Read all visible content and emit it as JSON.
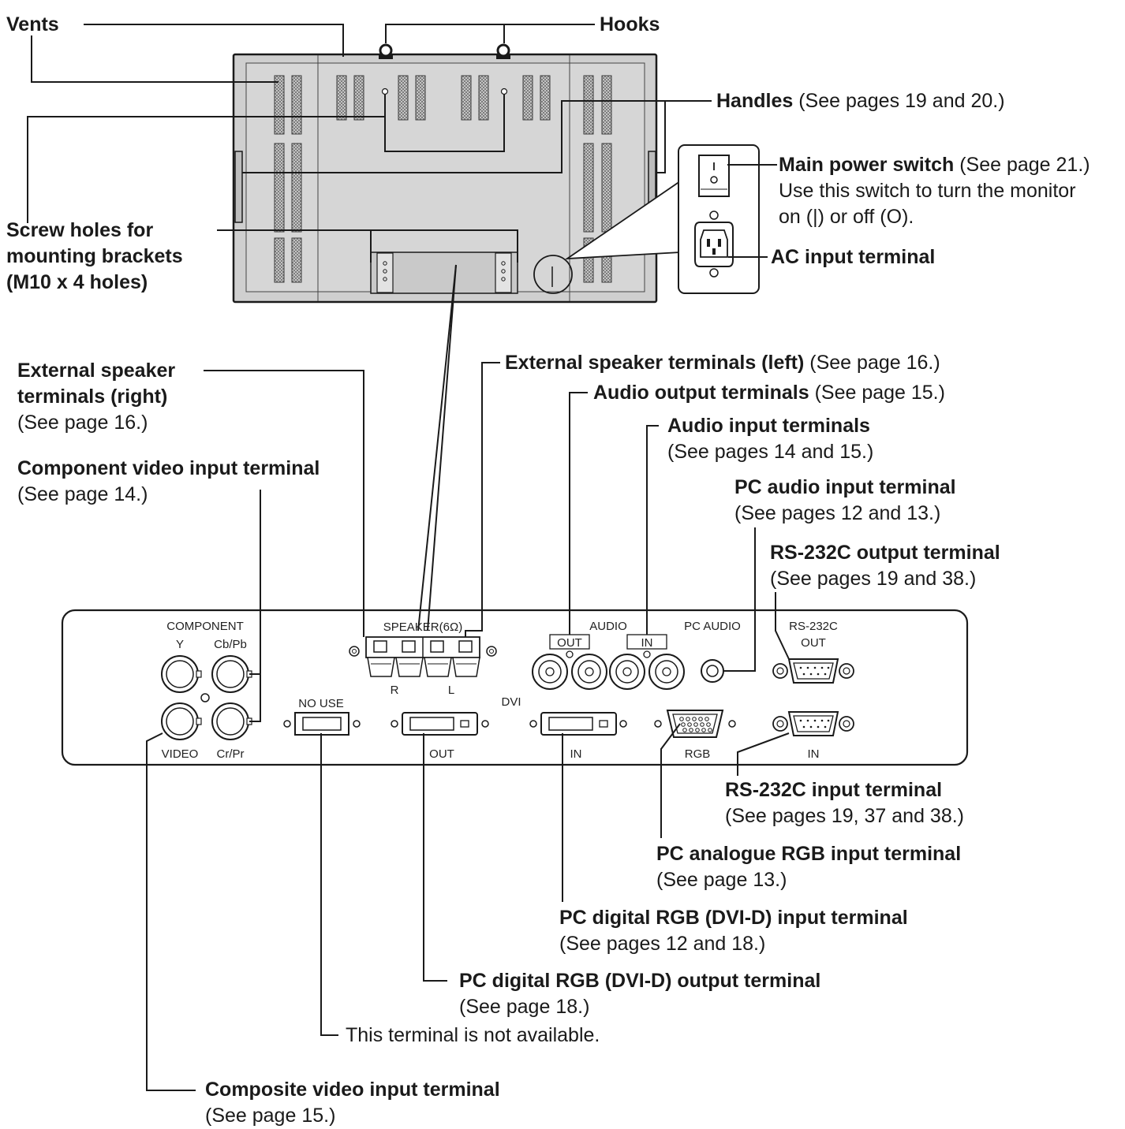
{
  "callouts": {
    "vents": {
      "title": "Vents"
    },
    "hooks": {
      "title": "Hooks"
    },
    "handles": {
      "title": "Handles",
      "ref": "(See pages 19 and 20.)"
    },
    "main_power_switch": {
      "title": "Main power switch",
      "ref": "(See page 21.)",
      "desc1": "Use this switch to turn the monitor",
      "desc2": "on (|) or off (O)."
    },
    "screw_holes": {
      "line1": "Screw holes for",
      "line2": "mounting brackets",
      "line3": "(M10 x 4 holes)"
    },
    "ac_input": {
      "title": "AC input terminal"
    },
    "ext_speaker_right": {
      "line1": "External speaker",
      "line2": "terminals (right)",
      "ref": "(See page 16.)"
    },
    "ext_speaker_left": {
      "title": "External speaker terminals (left)",
      "ref": "(See page 16.)"
    },
    "audio_output": {
      "title": "Audio output terminals",
      "ref": "(See page 15.)"
    },
    "audio_input": {
      "title": "Audio input terminals",
      "ref": "(See pages 14 and 15.)"
    },
    "component_video": {
      "title": "Component video input terminal",
      "ref": "(See page 14.)"
    },
    "pc_audio_input": {
      "title": "PC audio input terminal",
      "ref": "(See pages 12 and 13.)"
    },
    "rs232c_output": {
      "title": "RS-232C output terminal",
      "ref": "(See pages 19 and 38.)"
    },
    "rs232c_input": {
      "title": "RS-232C input terminal",
      "ref": "(See pages 19, 37 and 38.)"
    },
    "pc_analogue_rgb": {
      "title": "PC analogue RGB input terminal",
      "ref": "(See page 13.)"
    },
    "dvi_input": {
      "title": "PC digital RGB (DVI-D) input terminal",
      "ref": "(See pages 12 and 18.)"
    },
    "dvi_output": {
      "title": "PC digital RGB (DVI-D) output terminal",
      "ref": "(See page 18.)"
    },
    "no_use_note": {
      "text": "This terminal is not available."
    },
    "composite_video": {
      "title": "Composite video input terminal",
      "ref": "(See page 15.)"
    }
  },
  "panel_labels": {
    "component": "COMPONENT",
    "y": "Y",
    "cb_pb": "Cb/Pb",
    "video": "VIDEO",
    "cr_pr": "Cr/Pr",
    "no_use": "NO USE",
    "speaker": "SPEAKER(6Ω)",
    "r": "R",
    "l": "L",
    "dvi": "DVI",
    "dvi_out": "OUT",
    "dvi_in": "IN",
    "audio": "AUDIO",
    "audio_out": "OUT",
    "audio_in": "IN",
    "pc_audio": "PC AUDIO",
    "rs232c": "RS-232C",
    "rs_out": "OUT",
    "rgb": "RGB",
    "rs_in": "IN"
  },
  "colors": {
    "monitor_fill": "#cfcfcf",
    "vent_fill": "#8a8a8a",
    "line": "#1a1a1a",
    "panel_border": "#1a1a1a"
  }
}
